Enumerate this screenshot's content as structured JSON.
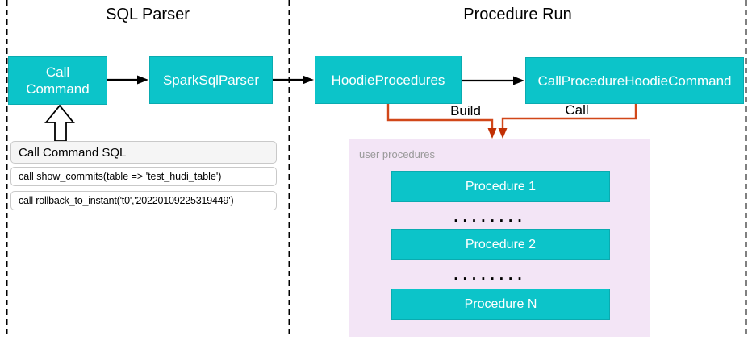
{
  "sections": {
    "sql_parser": {
      "title": "SQL Parser"
    },
    "procedure_run": {
      "title": "Procedure Run"
    }
  },
  "nodes": {
    "call_command": {
      "label": "Call\nCommand"
    },
    "spark_sql_parser": {
      "label": "SparkSqlParser"
    },
    "hoodie_procedures": {
      "label": "HoodieProcedures"
    },
    "call_procedure_hoodie_command": {
      "label": "CallProcedureHoodieCommand"
    }
  },
  "edges": {
    "build_label": "Build",
    "call_label": "Call"
  },
  "sql_panel": {
    "title": "Call Command SQL",
    "rows": [
      "call show_commits(table => 'test_hudi_table')",
      "call rollback_to_instant('t0','20220109225319449')"
    ]
  },
  "user_procedures": {
    "label": "user procedures",
    "items": [
      "Procedure 1",
      "Procedure 2",
      "Procedure N"
    ],
    "dots": "........"
  },
  "colors": {
    "node_fill": "#0CC4C9",
    "node_border": "#0AABB0",
    "node_text": "#ffffff",
    "flow_arrow": "#000000",
    "build_call_line": "#D14719",
    "build_call_arrowhead": "#C13004",
    "user_procedures_bg": "#F3E5F6",
    "muted_label": "#999999",
    "panel_header_bg": "#f5f5f5",
    "panel_border": "#c9c9c9"
  }
}
